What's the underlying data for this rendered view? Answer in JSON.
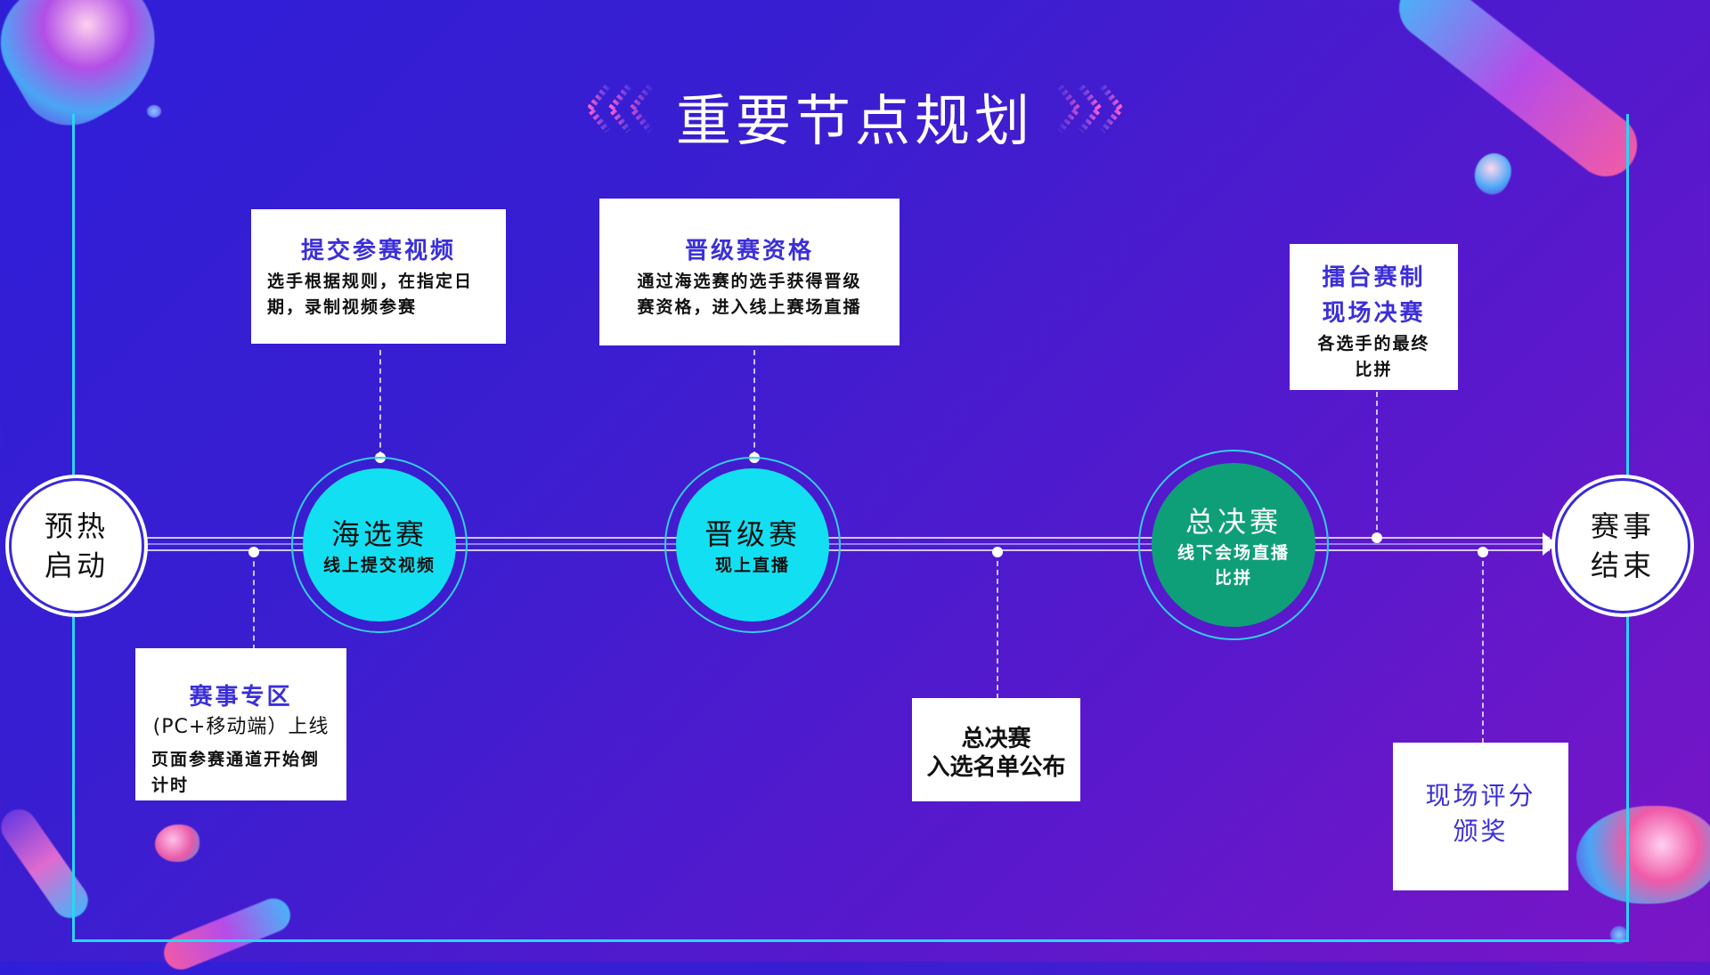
{
  "title": "重要节点规划",
  "start_node": {
    "line1": "预热",
    "line2": "启动"
  },
  "end_node": {
    "line1": "赛事",
    "line2": "结束"
  },
  "stages": [
    {
      "title": "海选赛",
      "subtitle": "线上提交视频"
    },
    {
      "title": "晋级赛",
      "subtitle": "现上直播"
    },
    {
      "title": "总决赛",
      "subtitle_line1": "线下会场直播",
      "subtitle_line2": "比拼"
    }
  ],
  "cards": {
    "submit": {
      "title": "提交参赛视频",
      "line1": "选手根据规则，在指定日",
      "line2": "期，录制视频参赛"
    },
    "promotion": {
      "title": "晋级赛资格",
      "line1": "通过海选赛的选手获得晋级",
      "line2": "赛资格，进入线上赛场直播"
    },
    "arena": {
      "title1": "擂台赛制",
      "title2": "现场决赛",
      "line1": "各选手的最终",
      "line2": "比拼"
    },
    "zone": {
      "title": "赛事专区",
      "line1": "(PC+移动端）上线",
      "line2": "页面参赛通道开始倒",
      "line3": "计时"
    },
    "finalist": {
      "line1": "总决赛",
      "line2": "入选名单公布"
    },
    "award": {
      "line1": "现场评分",
      "line2": "颁奖"
    }
  },
  "colors": {
    "frame": "#28d6f0",
    "stage_cyan": "#12e0f2",
    "stage_green": "#0f9f78",
    "card_title": "#3b2fd8"
  }
}
